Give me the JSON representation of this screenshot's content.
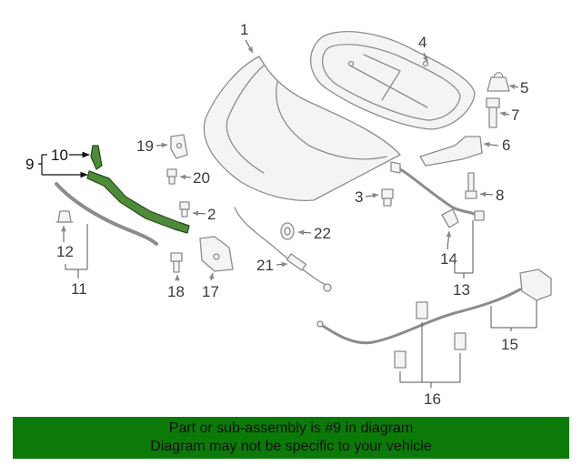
{
  "labels": {
    "l1": "1",
    "l2": "2",
    "l3": "3",
    "l4": "4",
    "l5": "5",
    "l6": "6",
    "l7": "7",
    "l8": "8",
    "l9": "9",
    "l10": "10",
    "l11": "11",
    "l12": "12",
    "l13": "13",
    "l14": "14",
    "l15": "15",
    "l16": "16",
    "l17": "17",
    "l18": "18",
    "l19": "19",
    "l20": "20",
    "l21": "21",
    "l22": "22"
  },
  "highlight": {
    "part": "9",
    "color": "#4f8a3a"
  },
  "banner": {
    "line1": "Part or sub-assembly is #9 in diagram",
    "line2": "Diagram may not be specific to your vehicle",
    "background": "#0b7a08"
  }
}
